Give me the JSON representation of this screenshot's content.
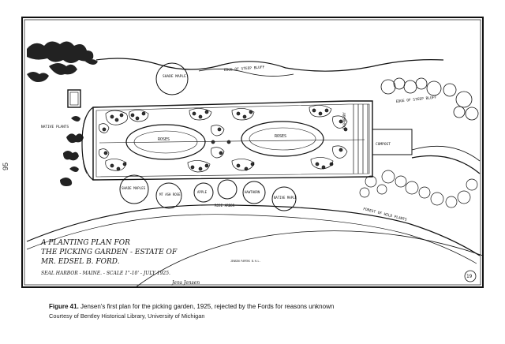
{
  "page": {
    "number": "95"
  },
  "plan": {
    "title_line1": "A PLANTING PLAN FOR",
    "title_line2": "THE PICKING GARDEN - ESTATE OF",
    "title_line3": "MR. EDSEL B. FORD.",
    "subtitle": "SEAL HARBOR - MAINE. - SCALE 1\"-10' - JULY 1925.",
    "signature": "Jens Jensen",
    "sheet_number": "19",
    "stamp": "JENSEN PAPERS B.H.L.",
    "labels": {
      "edge_of_steep_bluff_top": "EDGE OF STEEP BLUFF",
      "edge_of_steep_bluff_right": "EDGE OF STEEP BLUFF",
      "shade_maples_top": "SHADE MAPLE",
      "native_plants": "NATIVE PLANTS",
      "shade_maples_left": "SHADE MAPLES",
      "mt_ash_rose": "MT ASH ROSE",
      "apple": "APPLE",
      "rose_arbor": "ROSE ARBOR",
      "hawthorn": "HAWTHORN",
      "native_maple": "NATIVE MAPLE",
      "rose_bed_left": "ROSES",
      "rose_bed_right": "ROSES",
      "raspberry": "RASPBERRY",
      "compost": "COMPOST",
      "forest_wild_plants": "FOREST OF WILD PLANTS"
    }
  },
  "caption": {
    "label": "Figure 41.",
    "text": "Jensen's first plan for the picking garden, 1925, rejected by the Fords for reasons unknown",
    "credit": "Courtesy of Bentley Historical Library, University of Michigan"
  },
  "colors": {
    "ink": "#111111",
    "paper": "#ffffff"
  }
}
